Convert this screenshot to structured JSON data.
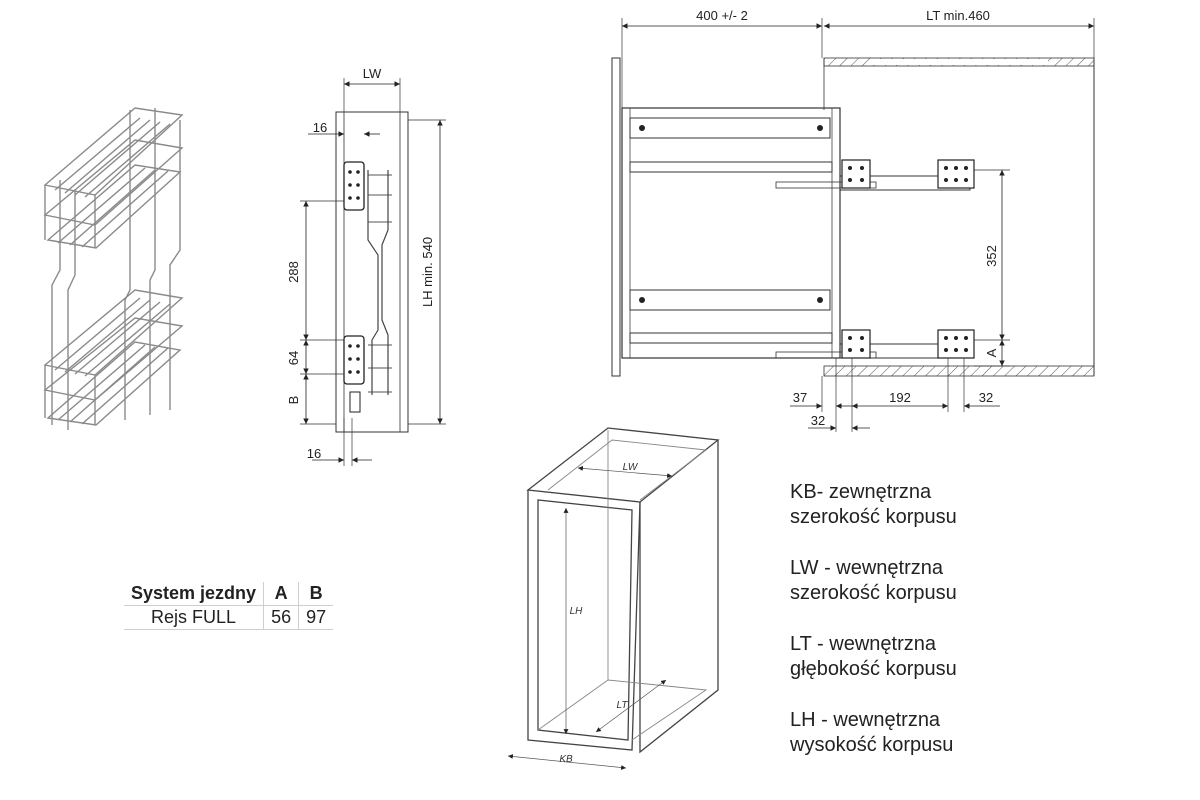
{
  "dimensions": {
    "side": {
      "lw": "LW",
      "top_offset": "16",
      "spacing": "288",
      "lower": "64",
      "base": "B",
      "lh": "LH min. 540",
      "bottom_offset": "16"
    },
    "top": {
      "depth": "400 +/- 2",
      "lt": "LT min.460",
      "height": "352",
      "a": "A",
      "off_37": "37",
      "off_192": "192",
      "off_32_right": "32",
      "off_32_bottom": "32"
    },
    "box": {
      "lw": "LW",
      "lh": "LH",
      "lt": "LT",
      "kb": "KB"
    }
  },
  "table": {
    "headers": [
      "System jezdny",
      "A",
      "B"
    ],
    "rows": [
      [
        "Rejs FULL",
        "56",
        "97"
      ]
    ]
  },
  "legend": [
    {
      "line1": "KB- zewnętrzna",
      "line2": "szerokość korpusu"
    },
    {
      "line1": "LW - wewnętrzna",
      "line2": "szerokość korpusu"
    },
    {
      "line1": "LT - wewnętrzna",
      "line2": "głębokość korpusu"
    },
    {
      "line1": "LH - wewnętrzna",
      "line2": "wysokość korpusu"
    }
  ]
}
